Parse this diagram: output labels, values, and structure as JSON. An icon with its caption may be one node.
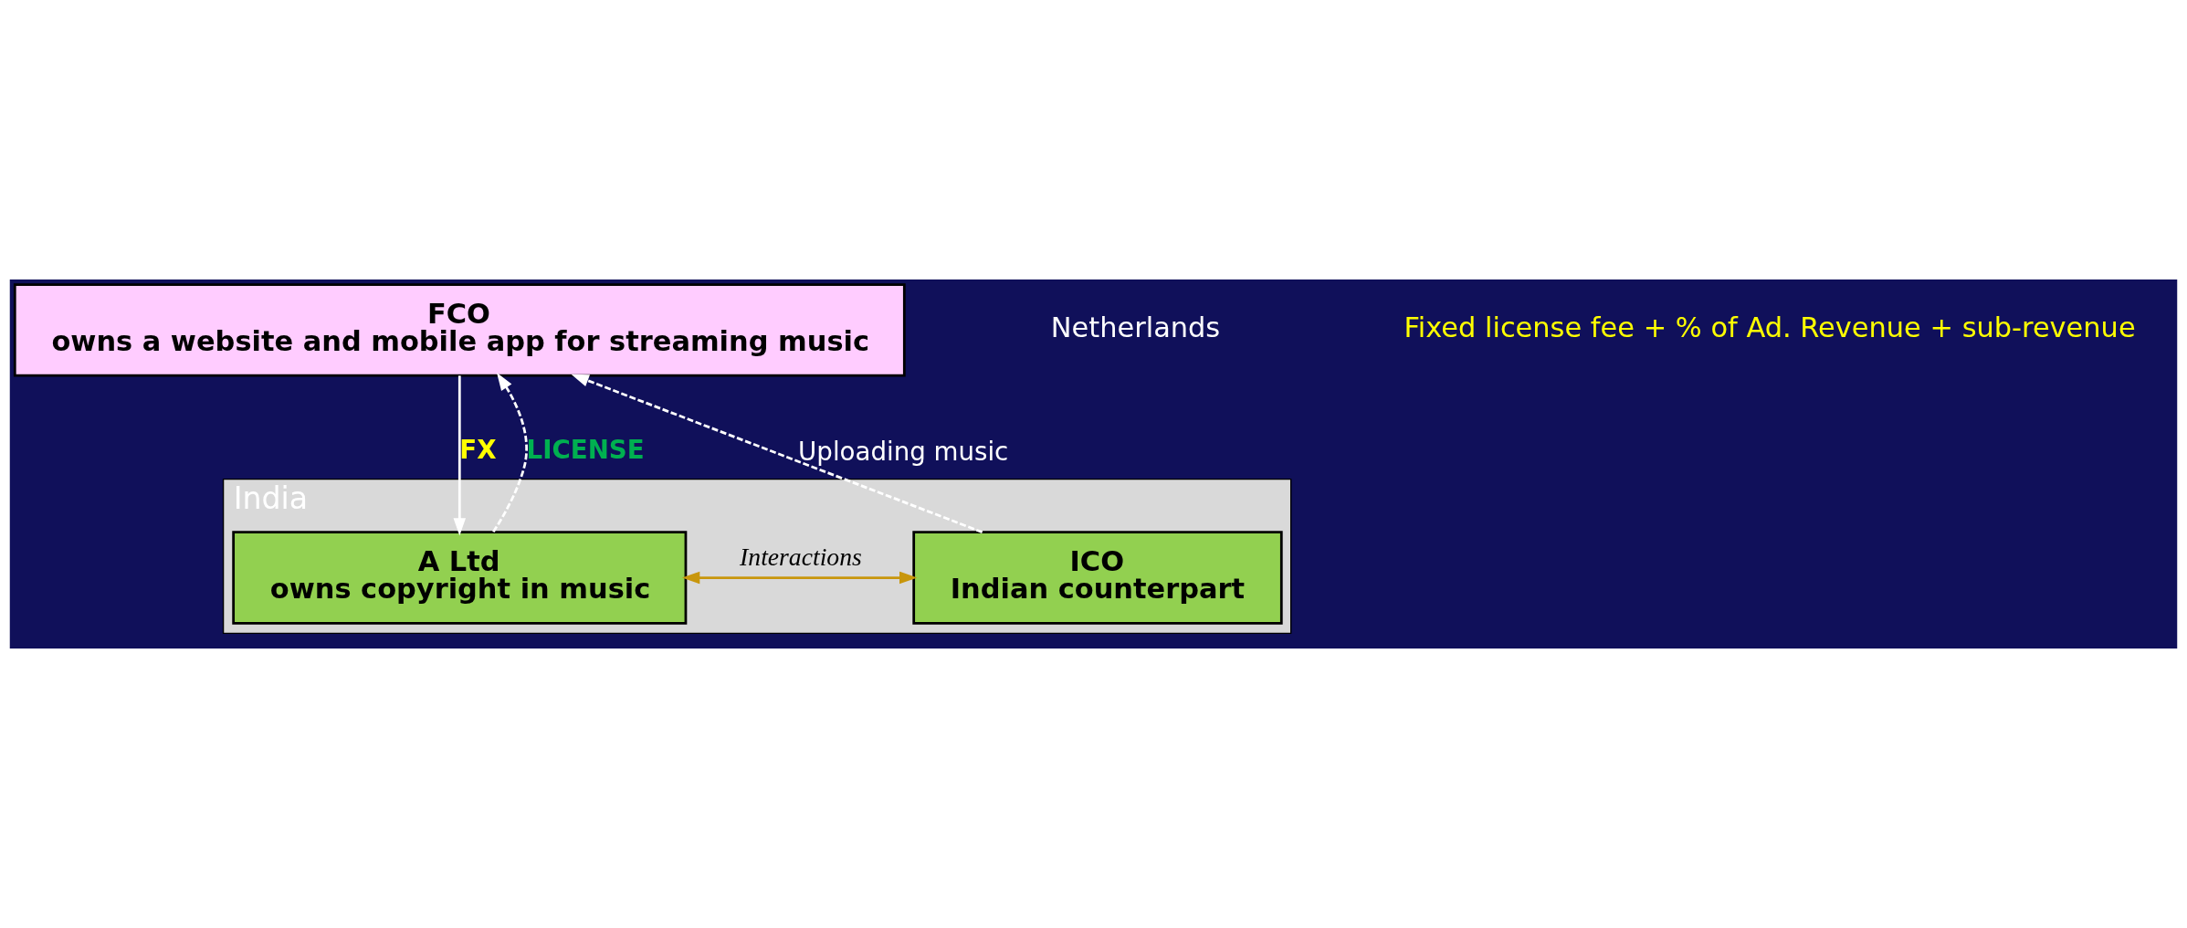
{
  "diagram": {
    "nodes": [
      {
        "text": [
          "FCO",
          "owns a website and mobile app for streaming music"
        ]
      },
      {
        "text": [
          "India"
        ]
      },
      {
        "text": [
          "A Ltd",
          "owns copyright in music"
        ],
        "in": 1
      },
      {
        "text": [
          "ICO",
          "Indian counterpart"
        ],
        "in": 1
      }
    ],
    "edges": [
      {
        "from": 2,
        "to": 0,
        "arrow": "to",
        "label": "LICENSE",
        "style": "dashed"
      },
      {
        "from": 0,
        "to": 2,
        "arrow": "to",
        "label": "FX"
      },
      {
        "from": 3,
        "to": 0,
        "arrow": "to",
        "label": "Uploading music",
        "style": "dashed"
      },
      {
        "from": 2,
        "to": 3,
        "arrow": "both",
        "label": "Interactions",
        "color": "#c8960c"
      }
    ],
    "labels": [
      "Netherlands",
      "Fixed license fee + % of Ad. Revenue + sub-revenue"
    ]
  }
}
